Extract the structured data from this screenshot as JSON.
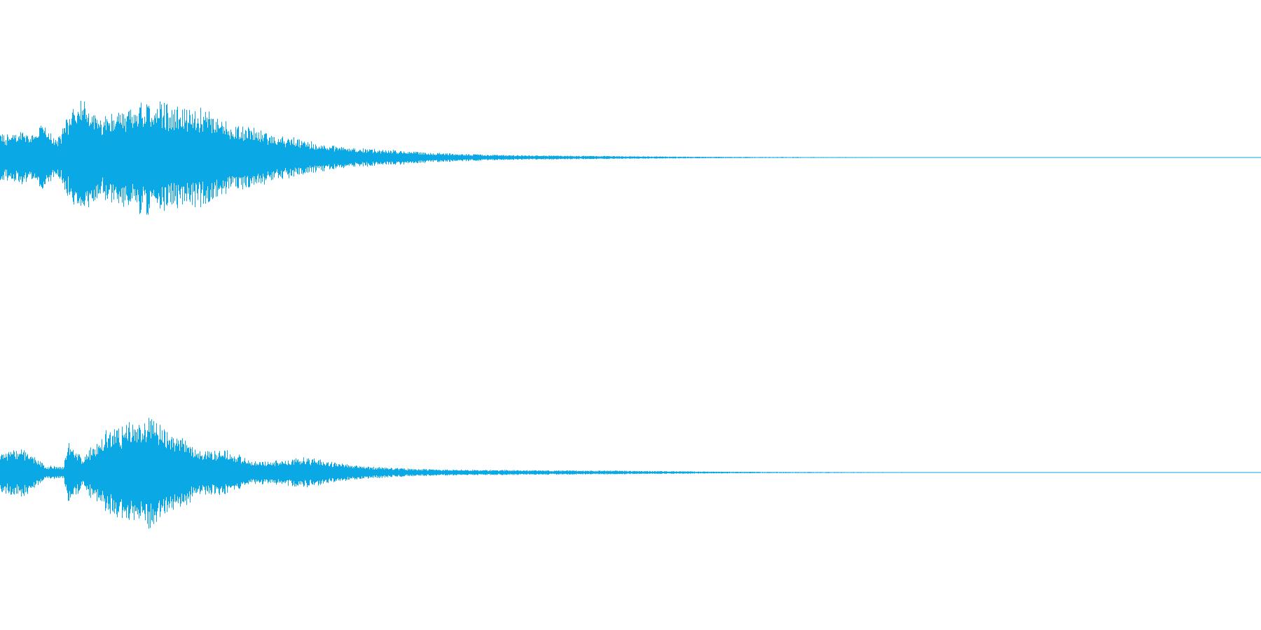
{
  "waveform": {
    "color": "#0aa8e4",
    "background": "#ffffff",
    "channels": [
      {
        "name": "left",
        "peak_envelope": [
          [
            0.0,
            0.33
          ],
          [
            0.02,
            0.38
          ],
          [
            0.035,
            0.48
          ],
          [
            0.045,
            0.25
          ],
          [
            0.055,
            0.62
          ],
          [
            0.065,
            0.8
          ],
          [
            0.08,
            0.55
          ],
          [
            0.1,
            0.78
          ],
          [
            0.12,
            0.8
          ],
          [
            0.14,
            0.72
          ],
          [
            0.16,
            0.68
          ],
          [
            0.18,
            0.5
          ],
          [
            0.2,
            0.44
          ],
          [
            0.22,
            0.3
          ],
          [
            0.24,
            0.27
          ],
          [
            0.26,
            0.18
          ],
          [
            0.28,
            0.14
          ],
          [
            0.3,
            0.12
          ],
          [
            0.32,
            0.1
          ],
          [
            0.34,
            0.07
          ],
          [
            0.36,
            0.06
          ],
          [
            0.38,
            0.045
          ],
          [
            0.4,
            0.035
          ],
          [
            0.44,
            0.028
          ],
          [
            0.48,
            0.022
          ],
          [
            0.52,
            0.016
          ],
          [
            0.56,
            0.011
          ],
          [
            0.6,
            0.008
          ],
          [
            0.66,
            0.006
          ],
          [
            0.73,
            0.005
          ],
          [
            0.74,
            0.0
          ],
          [
            1.0,
            0.0
          ]
        ]
      },
      {
        "name": "right",
        "peak_envelope": [
          [
            0.0,
            0.28
          ],
          [
            0.02,
            0.36
          ],
          [
            0.035,
            0.1
          ],
          [
            0.05,
            0.08
          ],
          [
            0.055,
            0.52
          ],
          [
            0.065,
            0.2
          ],
          [
            0.08,
            0.55
          ],
          [
            0.1,
            0.7
          ],
          [
            0.12,
            0.82
          ],
          [
            0.14,
            0.55
          ],
          [
            0.16,
            0.3
          ],
          [
            0.18,
            0.32
          ],
          [
            0.2,
            0.16
          ],
          [
            0.22,
            0.17
          ],
          [
            0.24,
            0.22
          ],
          [
            0.26,
            0.16
          ],
          [
            0.28,
            0.1
          ],
          [
            0.3,
            0.08
          ],
          [
            0.32,
            0.06
          ],
          [
            0.34,
            0.048
          ],
          [
            0.36,
            0.04
          ],
          [
            0.4,
            0.035
          ],
          [
            0.44,
            0.03
          ],
          [
            0.48,
            0.028
          ],
          [
            0.52,
            0.022
          ],
          [
            0.56,
            0.014
          ],
          [
            0.6,
            0.01
          ],
          [
            0.66,
            0.007
          ],
          [
            0.74,
            0.005
          ],
          [
            0.75,
            0.0
          ],
          [
            1.0,
            0.0
          ]
        ]
      }
    ]
  }
}
